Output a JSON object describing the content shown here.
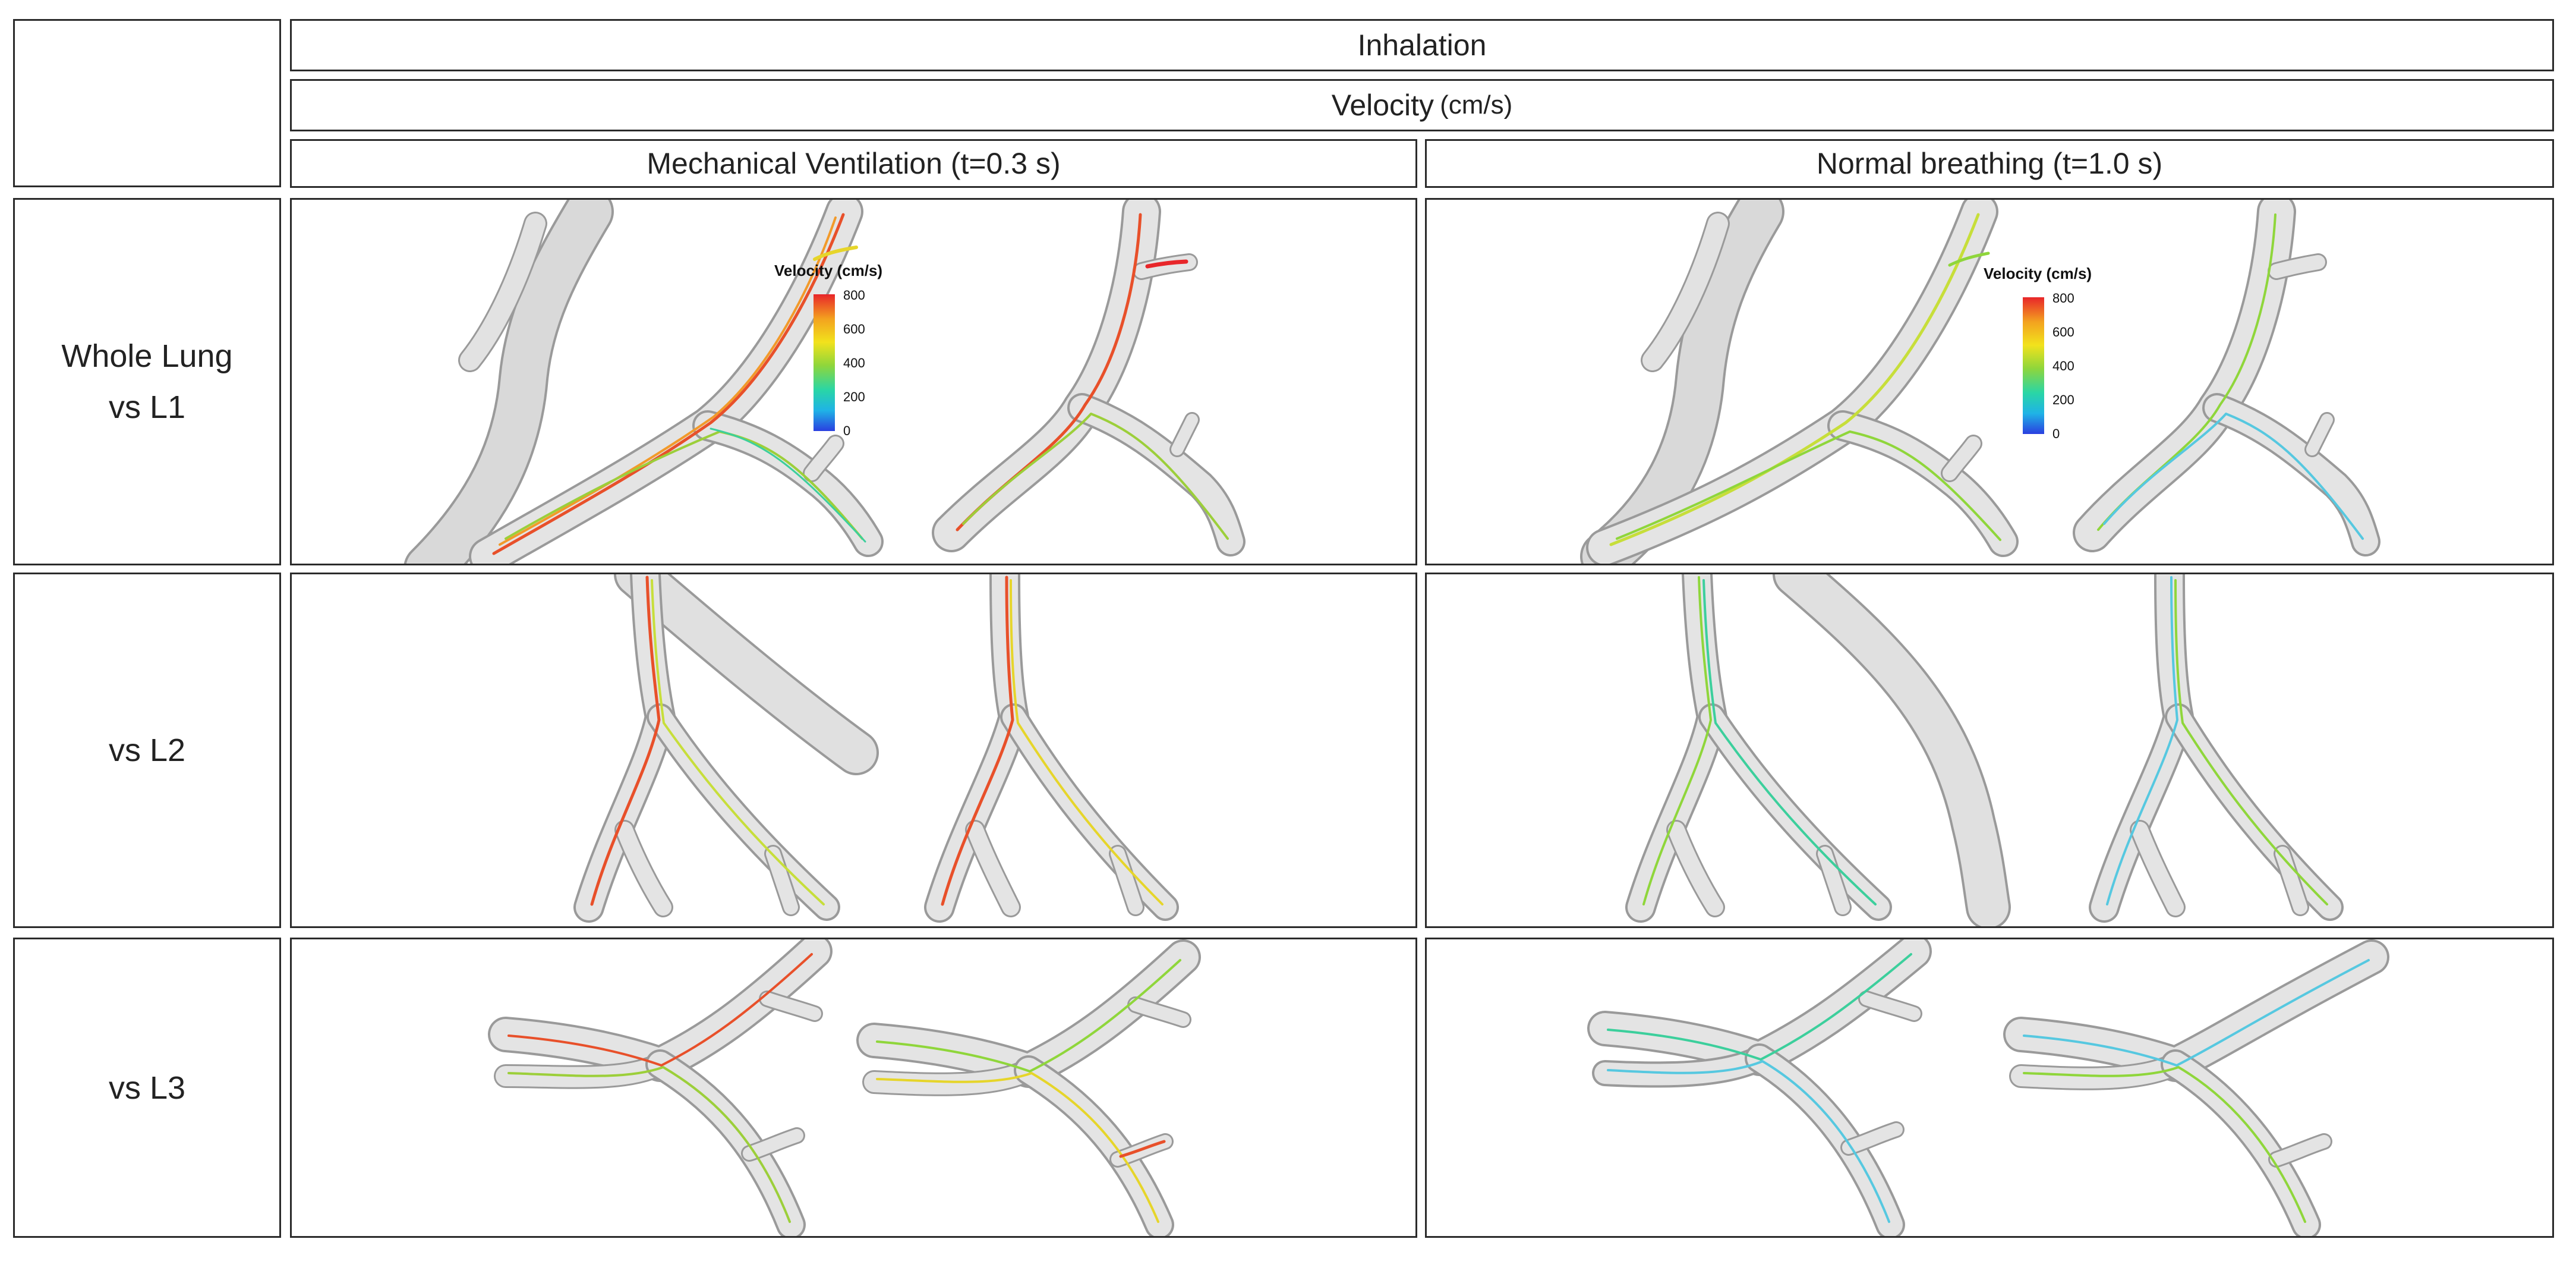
{
  "header": {
    "phase": "Inhalation",
    "quantity": "Velocity",
    "quantity_unit": "(cm/s)",
    "columns": [
      "Mechanical Ventilation (t=0.3 s)",
      "Normal breathing (t=1.0 s)"
    ]
  },
  "rows": [
    {
      "label_lines": [
        "Whole Lung",
        "vs L1"
      ]
    },
    {
      "label_lines": [
        "vs L2"
      ]
    },
    {
      "label_lines": [
        "vs L3"
      ]
    }
  ],
  "colorbar": {
    "title": "Velocity (cm/s)",
    "ticks": [
      "800",
      "600",
      "400",
      "200",
      "0"
    ],
    "range": [
      0,
      800
    ],
    "colors": [
      "#e8262a",
      "#f3a21f",
      "#f2e21c",
      "#8fd63b",
      "#29d6a6",
      "#1fb3e6",
      "#2a3fe0"
    ]
  },
  "theme": {
    "airway_fill": "#dcdcdc",
    "airway_edge": "#9a9a9a",
    "mv_streamline_colors": [
      "#e8502a",
      "#f29a2a",
      "#e6d52a",
      "#9ccf3a"
    ],
    "nb_streamline_colors": [
      "#8fd63b",
      "#c7de3a",
      "#3ccf9c",
      "#56c8e0"
    ]
  }
}
